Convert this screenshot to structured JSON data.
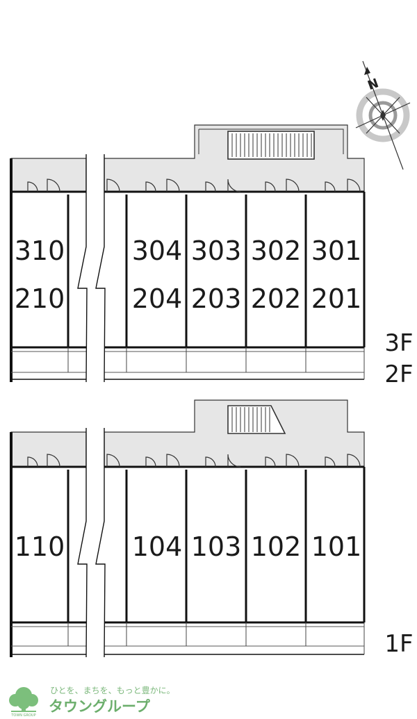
{
  "compass": {
    "label": "N"
  },
  "upper_block": {
    "units": [
      {
        "top": "310",
        "bottom": "210"
      },
      {
        "top": "304",
        "bottom": "204"
      },
      {
        "top": "303",
        "bottom": "203"
      },
      {
        "top": "302",
        "bottom": "202"
      },
      {
        "top": "301",
        "bottom": "201"
      }
    ],
    "floor_labels": [
      "3F",
      "2F"
    ]
  },
  "lower_block": {
    "units": [
      "110",
      "104",
      "103",
      "102",
      "101"
    ],
    "floor_label": "1F"
  },
  "logo": {
    "tagline": "ひとを、まちを、もっと豊かに。",
    "brand": "タウングループ",
    "brand_en": "TOWN GROUP"
  },
  "colors": {
    "corridor": "#e6e6e6",
    "wall": "#1a1a1a",
    "logo": "#6cae6c"
  }
}
